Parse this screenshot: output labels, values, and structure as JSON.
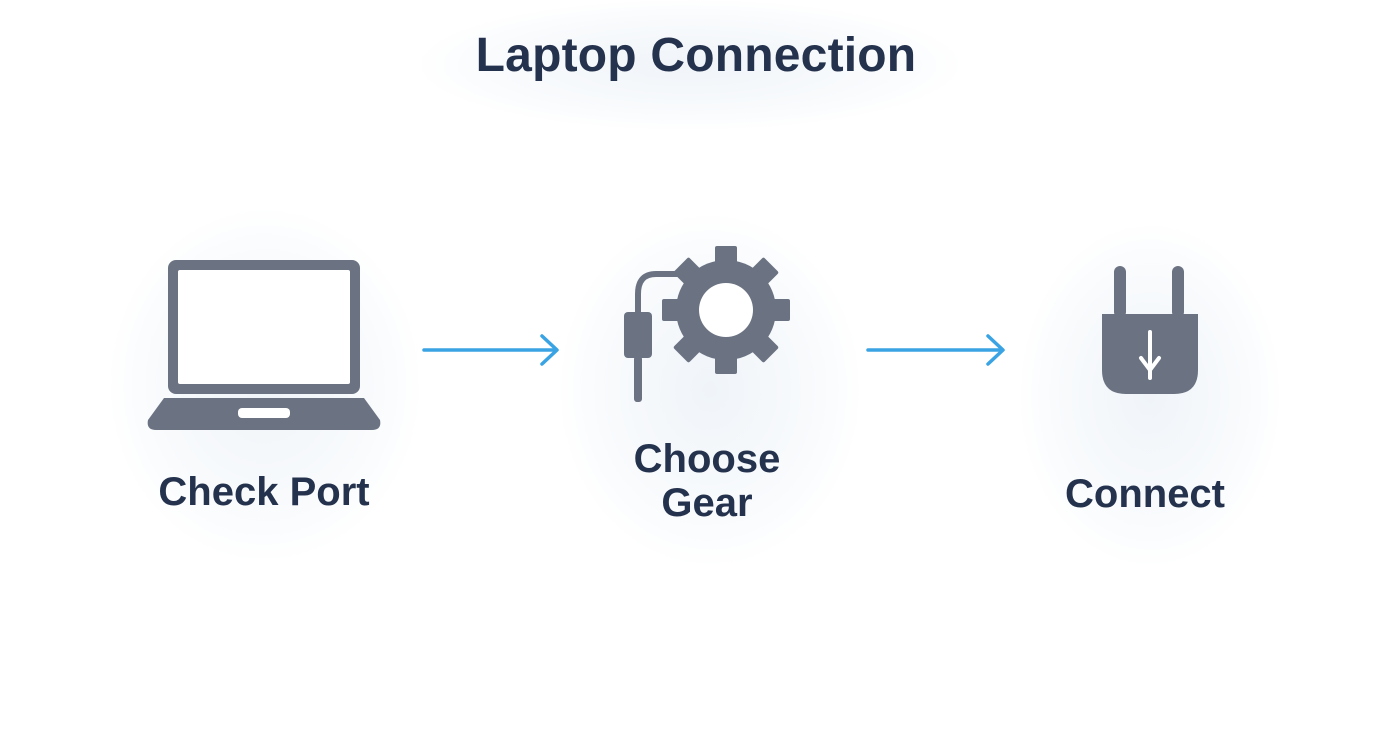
{
  "title": "Laptop Connection",
  "colors": {
    "icon": "#6b7383",
    "text": "#24324d",
    "arrow": "#3aa3e3",
    "background": "#ffffff"
  },
  "steps": [
    {
      "label": "Check Port",
      "icon": "laptop-icon"
    },
    {
      "label_line1": "Choose",
      "label_line2": "Gear",
      "icon": "cable-gear-icon"
    },
    {
      "label": "Connect",
      "icon": "plug-icon"
    }
  ]
}
